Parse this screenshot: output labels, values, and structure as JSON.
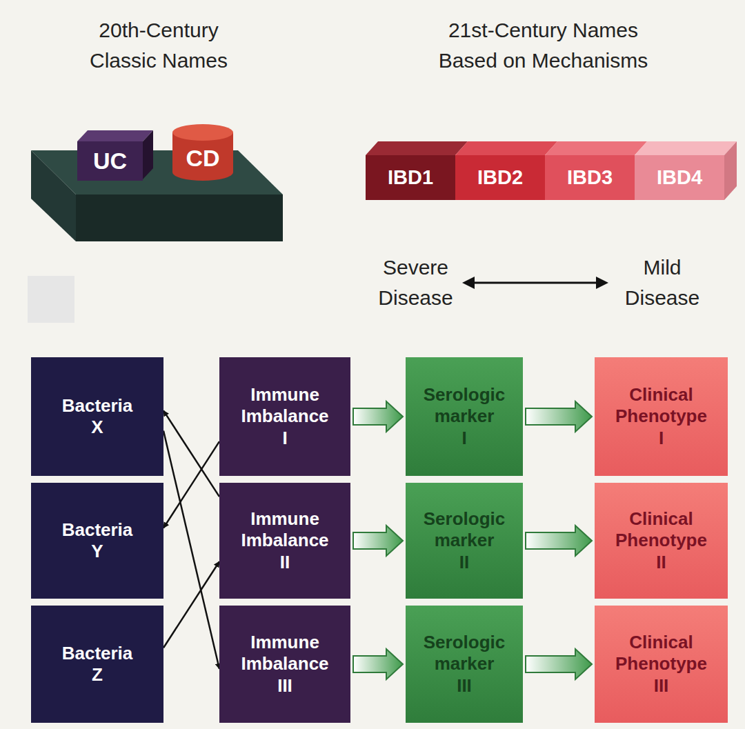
{
  "diagram": {
    "nodes": [
      {
        "text": [
          "UC"
        ]
      },
      {
        "text": [
          "CD"
        ]
      },
      {
        "text": [
          "IBD1"
        ]
      },
      {
        "text": [
          "IBD2"
        ]
      },
      {
        "text": [
          "IBD3"
        ]
      },
      {
        "text": [
          "IBD4"
        ]
      },
      {
        "text": [
          "Bacteria X"
        ]
      },
      {
        "text": [
          "Immune Imbalance I"
        ]
      },
      {
        "text": [
          "Serologic marker I"
        ]
      },
      {
        "text": [
          "Clinical Phenotype I"
        ]
      },
      {
        "text": [
          "Bacteria Y"
        ]
      },
      {
        "text": [
          "Immune Imbalance II"
        ]
      },
      {
        "text": [
          "Serologic marker II"
        ]
      },
      {
        "text": [
          "Clinical Phenotype II"
        ]
      },
      {
        "text": [
          "Bacteria Z"
        ]
      },
      {
        "text": [
          "Immune Imbalance III"
        ]
      },
      {
        "text": [
          "Serologic marker III"
        ]
      },
      {
        "text": [
          "Clinical Phenotype III"
        ]
      }
    ],
    "edges": [
      {
        "from": 11,
        "to": 6,
        "arrow": "to"
      },
      {
        "from": 6,
        "to": 15,
        "arrow": "to"
      },
      {
        "from": 7,
        "to": 10,
        "arrow": "to"
      },
      {
        "from": 14,
        "to": 11,
        "arrow": "to"
      },
      {
        "from": 7,
        "to": 8,
        "arrow": "to"
      },
      {
        "from": 8,
        "to": 9,
        "arrow": "to"
      },
      {
        "from": 11,
        "to": 12,
        "arrow": "to"
      },
      {
        "from": 12,
        "to": 13,
        "arrow": "to"
      },
      {
        "from": 15,
        "to": 16,
        "arrow": "to"
      },
      {
        "from": 16,
        "to": 17,
        "arrow": "to"
      }
    ],
    "labels": [
      "20th-Century Classic Names",
      "21st-Century Names Based on Mechanisms",
      "Severe Disease",
      "Mild Disease"
    ]
  }
}
